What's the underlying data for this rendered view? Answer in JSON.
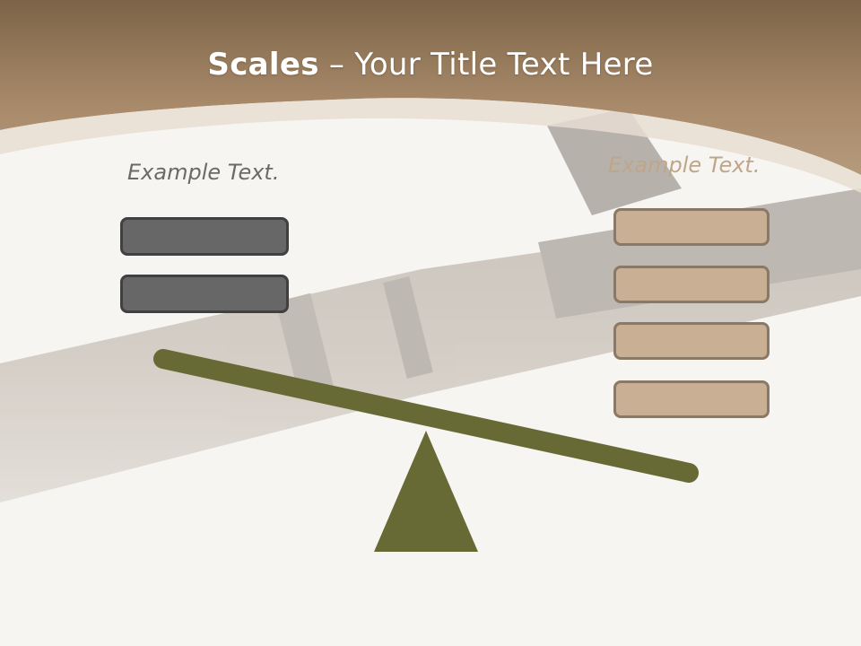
{
  "title": {
    "bold": "Scales",
    "rest": " – Your Title Text Here"
  },
  "left_panel": {
    "label": "Example Text.",
    "box_count": 2
  },
  "right_panel": {
    "label": "Example Text.",
    "box_count": 4
  },
  "colors": {
    "header_brown": "#a8896a",
    "beam_olive": "#686a35",
    "dark_box": "#676767",
    "tan_box": "#c9b095"
  }
}
